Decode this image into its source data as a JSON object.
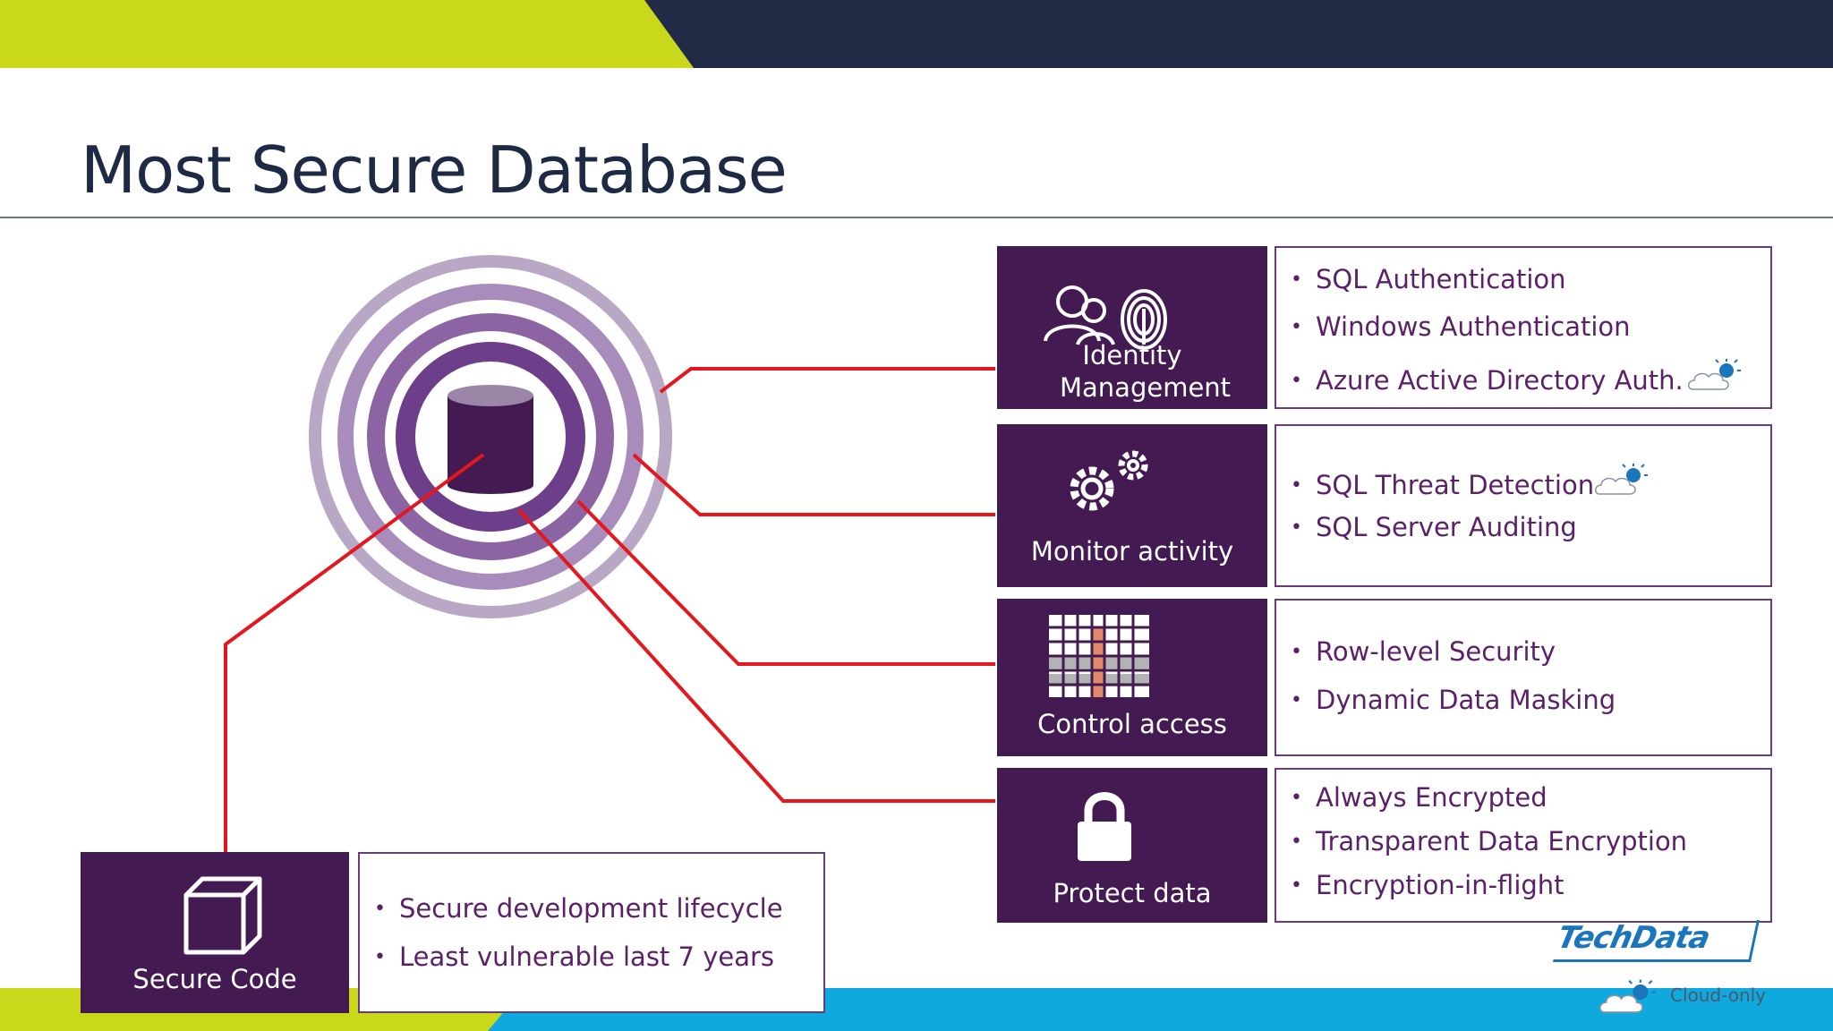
{
  "slide": {
    "title": "Most Secure Database",
    "colors": {
      "accent_green": "#c9d81a",
      "header_navy": "#222b46",
      "tile_purple": "#431a52",
      "connector_red": "#e5171d",
      "footer_blue": "#10a9df"
    }
  },
  "tiles": {
    "identity": {
      "caption": "Identity Management",
      "icon": "users-fingerprint-icon"
    },
    "monitor": {
      "caption": "Monitor activity",
      "icon": "gears-icon"
    },
    "control": {
      "caption": "Control access",
      "icon": "grid-table-icon"
    },
    "protect": {
      "caption": "Protect data",
      "icon": "padlock-icon"
    },
    "secure_code": {
      "caption": "Secure Code",
      "icon": "cube-icon"
    }
  },
  "lists": {
    "identity": [
      "SQL Authentication",
      "Windows Authentication",
      "Azure Active Directory Auth."
    ],
    "monitor": [
      "SQL Threat Detection",
      "SQL Server Auditing"
    ],
    "control": [
      "Row-level Security",
      "Dynamic Data Masking"
    ],
    "protect": [
      "Always Encrypted",
      "Transparent Data Encryption",
      "Encryption-in-flight"
    ],
    "secure_code": [
      "Secure development lifecycle",
      "Least vulnerable last 7 years"
    ]
  },
  "logo": {
    "text": "TechData"
  },
  "legend": {
    "label": "Cloud-only",
    "icon": "cloud-sun-icon"
  }
}
